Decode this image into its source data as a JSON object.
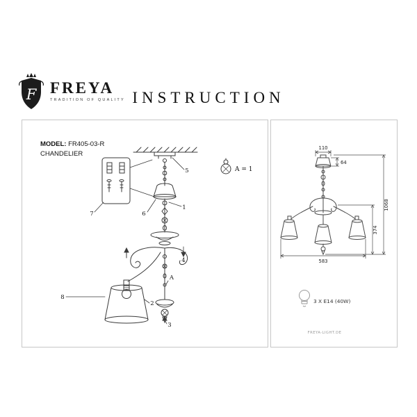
{
  "header": {
    "brand": "FREYA",
    "tagline": "TRADITION OF QUALITY",
    "title": "INSTRUCTION",
    "crest_letter": "F"
  },
  "assembly_panel": {
    "model_label": "MODEL:",
    "model_value": "FR405-03-R",
    "product_type": "CHANDELIER",
    "hardware_note": "A = 1",
    "callouts": {
      "c1": "1",
      "c2": "2",
      "c3": "3",
      "c4": "4",
      "c5": "5",
      "c6": "6",
      "c7": "7",
      "c8": "8",
      "cA": "A"
    }
  },
  "dimensions_panel": {
    "dim_top_width": "110",
    "dim_canopy_height": "64",
    "dim_overall_height": "1068",
    "dim_fixture_height": "374",
    "dim_fixture_width": "583",
    "bulb_spec": "3 X E14 (40W)",
    "website": "FREYA-LIGHT.DE"
  },
  "icons": {
    "crest": "freya-crest-shield",
    "bulb": "light-bulb",
    "ball": "crystal-ball-pendant"
  },
  "colors": {
    "line": "#3a3a3a",
    "panel_border": "#c6c6c6",
    "text": "#161616",
    "muted": "#9a9a9a"
  }
}
